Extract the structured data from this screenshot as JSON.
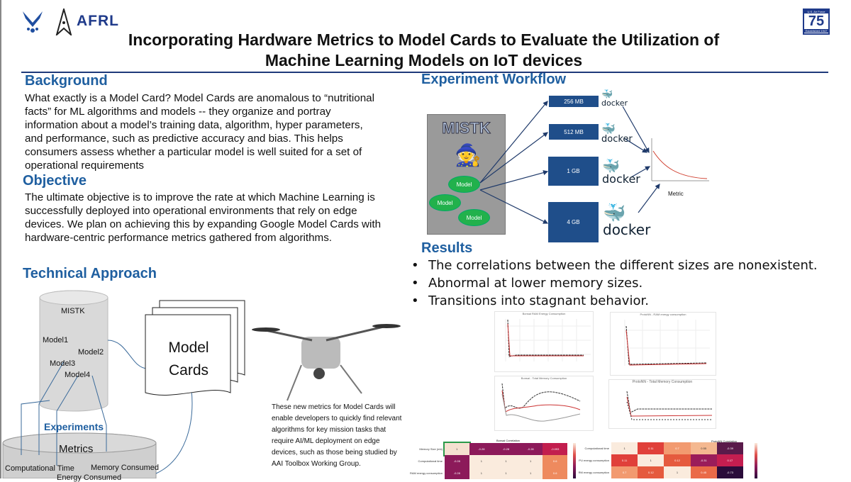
{
  "header": {
    "org": "AFRL",
    "title_line1": "Incorporating Hardware Metrics to Model Cards to Evaluate the Utilization of",
    "title_line2": "Machine Learning Models on IoT devices",
    "badge_top": "U.S. Air Force",
    "badge_num": "75",
    "badge_bottom": "Established 1947"
  },
  "background": {
    "heading": "Background",
    "text": "What exactly is a Model Card? Model Cards are anomalous  to “nutritional facts” for ML algorithms and models -- they organize and portray information about a model’s training data, algorithm, hyper parameters, and performance, such as predictive accuracy and bias. This helps consumers assess whether a particular model is well suited for a set of operational requirements"
  },
  "objective": {
    "heading": "Objective",
    "text": "The ultimate objective is to improve the rate at which Machine Learning is successfully deployed into operational environments that rely on edge devices. We plan on achieving this by expanding Google Model Cards with hardware-centric performance metrics gathered from algorithms."
  },
  "technical": {
    "heading": "Technical Approach",
    "db_label": "MISTK",
    "models": [
      "Model1",
      "Model2",
      "Model3",
      "Model4"
    ],
    "experiments": "Experiments",
    "metrics": "Metrics",
    "metric_items": [
      "Computational Time",
      "Memory Consumed",
      "Energy Consumed"
    ],
    "model_cards": "Model Cards",
    "caption": "These new metrics for Model Cards will enable developers to quickly find relevant algorithms for key mission tasks that require AI/ML deployment on edge devices, such as those being studied by AAI Toolbox Working Group."
  },
  "workflow": {
    "heading": "Experiment Workflow",
    "mistk": "MISTK",
    "models": [
      "Model",
      "Model",
      "Model"
    ],
    "memory_sizes": [
      "256 MB",
      "512 MB",
      "1 GB",
      "4 GB"
    ],
    "docker": "docker",
    "metric_label": "Metric"
  },
  "results": {
    "heading": "Results",
    "bullets": [
      "The correlations between the different sizes are nonexistent.",
      "Abnormal at lower memory sizes.",
      "Transitions into stagnant behavior."
    ],
    "charts": [
      "Bonsai RAM Energy Consumption",
      "ProtoNN - RAM energy consumption",
      "Bonsai - Total Memory Consumption",
      "ProtoNN - Total Memory Consumption"
    ],
    "heatmaps": [
      {
        "title": "Bonsai Correlation",
        "rows": [
          "Memory Size (mb)",
          "Computational time",
          "RAM energy consumption"
        ],
        "values": [
          [
            "1",
            "-0.28",
            "-0.28",
            "-0.28",
            "-0.093"
          ],
          [
            "-0.28",
            "1",
            "1",
            "1",
            "0.6"
          ],
          [
            "-0.28",
            "1",
            "1",
            "1",
            "0.6"
          ]
        ]
      },
      {
        "title": "ProtoNN Correlation",
        "rows": [
          "Computational time",
          "PU energy consumption",
          "RM energy consumption"
        ],
        "values": [
          [
            "1",
            "0.11",
            "0.7",
            "0.55",
            "-0.39"
          ],
          [
            "0.11",
            "1",
            "0.12",
            "-0.31",
            "0.17"
          ],
          [
            "0.7",
            "0.12",
            "1",
            "0.45",
            "-0.73"
          ]
        ]
      }
    ]
  },
  "colors": {
    "accent": "#1f5fa0",
    "box": "#1f4e8a",
    "green": "#22b14c"
  }
}
